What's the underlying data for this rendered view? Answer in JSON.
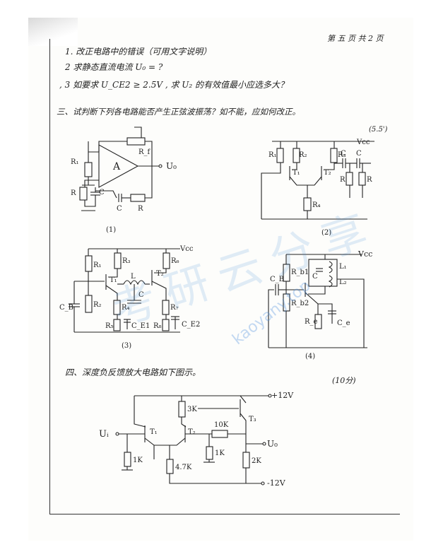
{
  "header": {
    "page_number": "第 五 页 共 2 页"
  },
  "questions": {
    "q1": "1. 改正电路中的错误（可用文字说明）",
    "q2": "2  求静态直流电流 U₀ = ?",
    "q3": ", 3  如要求 U_CE2 ≥ 2.5V , 求 U₂ 的有效值最小应选多大？",
    "q3_section": "三、试判断下列各电路能否产生正弦波振荡？如不能，应如何改正。",
    "q3_score": "(5.5')",
    "q4_section": "四、深度负反馈放大电路如下图示。",
    "q4_score": "(10分)"
  },
  "circuits": {
    "c1": {
      "caption": "(1)",
      "labels": [
        "R₁",
        "R_f",
        "A",
        "U₀",
        "R",
        "C",
        "C",
        "R"
      ]
    },
    "c2": {
      "caption": "(2)",
      "labels": [
        "Vcc",
        "R₁",
        "R₂",
        "R₃",
        "T₁",
        "T₂",
        "C",
        "C",
        "R",
        "R",
        "R₄"
      ]
    },
    "c3": {
      "caption": "(3)",
      "labels": [
        "Vcc",
        "R₁",
        "R₃",
        "R₆",
        "T₁",
        "T₂",
        "L",
        "C",
        "C_B",
        "R₂",
        "R₄",
        "R₇",
        "R₅",
        "C_E1",
        "R₈",
        "C_E2"
      ]
    },
    "c4": {
      "caption": "(4)",
      "labels": [
        "Vcc",
        "L₁",
        "C",
        "L₂",
        "C_B",
        "R_b1",
        "R_b2",
        "R_e",
        "C_e"
      ]
    },
    "c5": {
      "labels": [
        "+12V",
        "3K",
        "T₃",
        "Uᵢ",
        "T₁",
        "T₂",
        "10K",
        "U₀",
        "1K",
        "1K",
        "2K",
        "4.7K",
        "-12V"
      ]
    }
  },
  "watermark": {
    "main": "考研云分享",
    "url": "kaoyany.top"
  }
}
